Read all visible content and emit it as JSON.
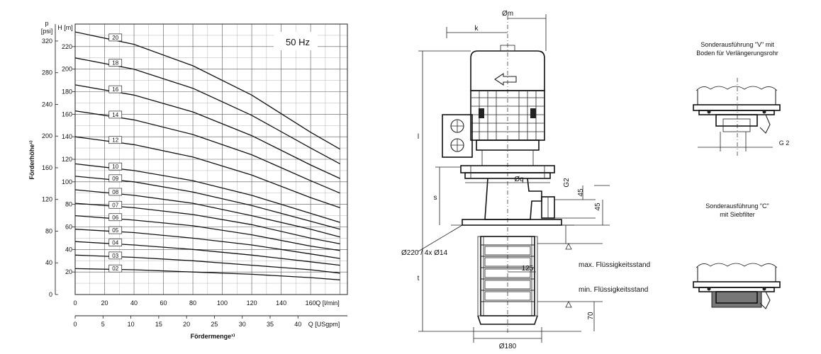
{
  "chart_data": {
    "type": "line",
    "frequency_label": "50 Hz",
    "axis_p_label_1": "p",
    "axis_p_label_2": "[psi]",
    "axis_h_label": "H [m]",
    "ylabel": "Förderhöhe¹⁾",
    "xlabel": "Fördermenge¹⁾",
    "x_lmin_label": "Q [l/min]",
    "x_usgpm_label": "Q [USgpm]",
    "x_lmin_ticks": [
      0,
      20,
      40,
      60,
      80,
      100,
      120,
      140,
      160
    ],
    "x_usgpm_ticks": [
      0,
      5,
      10,
      15,
      20,
      25,
      30,
      35,
      40
    ],
    "h_ticks": [
      20,
      40,
      60,
      80,
      100,
      120,
      140,
      160,
      180,
      200,
      220
    ],
    "psi_ticks": [
      0,
      40,
      80,
      120,
      160,
      200,
      240,
      280,
      320
    ],
    "xlim": [
      0,
      185
    ],
    "ylim_h": [
      0,
      240
    ],
    "grid": true,
    "series": [
      {
        "name": "20",
        "x": [
          0,
          40,
          80,
          120,
          160,
          180
        ],
        "y": [
          233,
          222,
          203,
          177,
          144,
          129
        ]
      },
      {
        "name": "18",
        "x": [
          0,
          40,
          80,
          120,
          160,
          180
        ],
        "y": [
          210,
          200,
          183,
          159,
          130,
          116
        ]
      },
      {
        "name": "16",
        "x": [
          0,
          40,
          80,
          120,
          160,
          180
        ],
        "y": [
          186,
          177,
          162,
          141,
          115,
          103
        ]
      },
      {
        "name": "14",
        "x": [
          0,
          40,
          80,
          120,
          160,
          180
        ],
        "y": [
          163,
          155,
          142,
          124,
          101,
          90
        ]
      },
      {
        "name": "12",
        "x": [
          0,
          40,
          80,
          120,
          160,
          180
        ],
        "y": [
          140,
          133,
          122,
          106,
          86,
          77
        ]
      },
      {
        "name": "10",
        "x": [
          0,
          40,
          80,
          120,
          160,
          180
        ],
        "y": [
          116,
          110,
          101,
          88,
          72,
          64
        ]
      },
      {
        "name": "09",
        "x": [
          0,
          40,
          80,
          120,
          160,
          180
        ],
        "y": [
          105,
          100,
          91,
          79,
          65,
          58
        ]
      },
      {
        "name": "08",
        "x": [
          0,
          40,
          80,
          120,
          160,
          180
        ],
        "y": [
          93,
          88,
          81,
          70,
          58,
          51
        ]
      },
      {
        "name": "07",
        "x": [
          0,
          40,
          80,
          120,
          160,
          180
        ],
        "y": [
          81,
          77,
          71,
          62,
          50,
          45
        ]
      },
      {
        "name": "06",
        "x": [
          0,
          40,
          80,
          120,
          160,
          180
        ],
        "y": [
          70,
          66,
          61,
          53,
          43,
          39
        ]
      },
      {
        "name": "05",
        "x": [
          0,
          40,
          80,
          120,
          160,
          180
        ],
        "y": [
          58,
          55,
          50,
          44,
          36,
          32
        ]
      },
      {
        "name": "04",
        "x": [
          0,
          40,
          80,
          120,
          160,
          180
        ],
        "y": [
          47,
          44,
          40,
          35,
          29,
          26
        ]
      },
      {
        "name": "03",
        "x": [
          0,
          40,
          80,
          120,
          160,
          180
        ],
        "y": [
          35,
          33,
          30,
          26,
          22,
          19
        ]
      },
      {
        "name": "02",
        "x": [
          0,
          40,
          80,
          120,
          160,
          180
        ],
        "y": [
          23,
          22,
          20,
          18,
          15,
          13
        ]
      }
    ]
  },
  "drawing": {
    "dim_m": "Øm",
    "dim_k": "k",
    "dim_l": "l",
    "dim_s": "s",
    "dim_t": "t",
    "dim_q": "Øq",
    "dim_g2": "G2",
    "dim_45a": "45",
    "dim_45b": "45",
    "dim_125": "125",
    "dim_70": "70",
    "dim_180": "Ø180",
    "dim_flange": "Ø220 / 4x Ø14",
    "label_max": "max. Flüssigkeitsstand",
    "label_min": "min. Flüssigkeitsstand"
  },
  "variants": {
    "v_title_1": "Sonderausführung \"V\" mit",
    "v_title_2": "Boden für Verlängerungsrohr",
    "v_dim": "G 2",
    "c_title_1": "Sonderausführung \"C\"",
    "c_title_2": "mit Siebfilter"
  }
}
